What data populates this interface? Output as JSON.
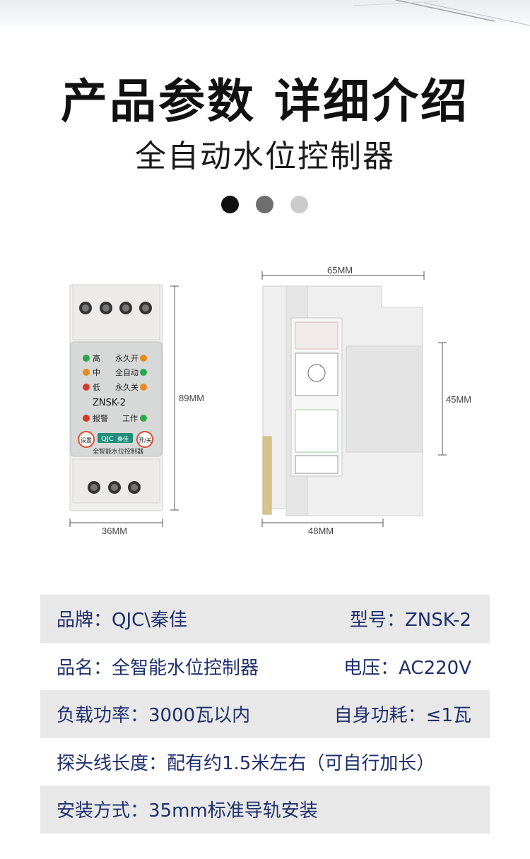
{
  "header": {
    "headline": "产品参数 详细介绍",
    "subtitle": "全自动水位控制器",
    "dot_colors": [
      "#111111",
      "#6e6e6e",
      "#cccccc"
    ]
  },
  "front_view": {
    "indicators_left": [
      "高",
      "中",
      "低",
      "报警"
    ],
    "indicators_right": [
      "永久开",
      "全自动",
      "永久关",
      "工作"
    ],
    "model": "ZNSK-2",
    "brand_logo": "QJC",
    "brand_cn": "秦佳",
    "button_left": "设置",
    "button_right": "开/关",
    "product_label": "全智能水位控制器",
    "width_label": "36MM",
    "height_label": "89MM"
  },
  "side_view": {
    "top_width_label": "65MM",
    "bottom_width_label": "48MM",
    "height_label": "45MM"
  },
  "specs": {
    "rows": [
      {
        "left": "品牌：QJC\\秦佳",
        "right": "型号：ZNSK-2"
      },
      {
        "left": "品名：全智能水位控制器",
        "right": "电压：AC220V"
      },
      {
        "left": "负载功率：3000瓦以内",
        "right": "自身功耗：≤1瓦"
      },
      {
        "left": "探头线长度：配有约1.5米左右（可自行加长）",
        "right": ""
      },
      {
        "left": "安装方式：35mm标准导轨安装",
        "right": ""
      }
    ]
  },
  "colors": {
    "spec_text": "#1e2f6b",
    "row_shade": "#e8e8e8",
    "led_green": "#2aa84a",
    "led_orange": "#e98a1e",
    "led_red": "#d83a2a"
  }
}
